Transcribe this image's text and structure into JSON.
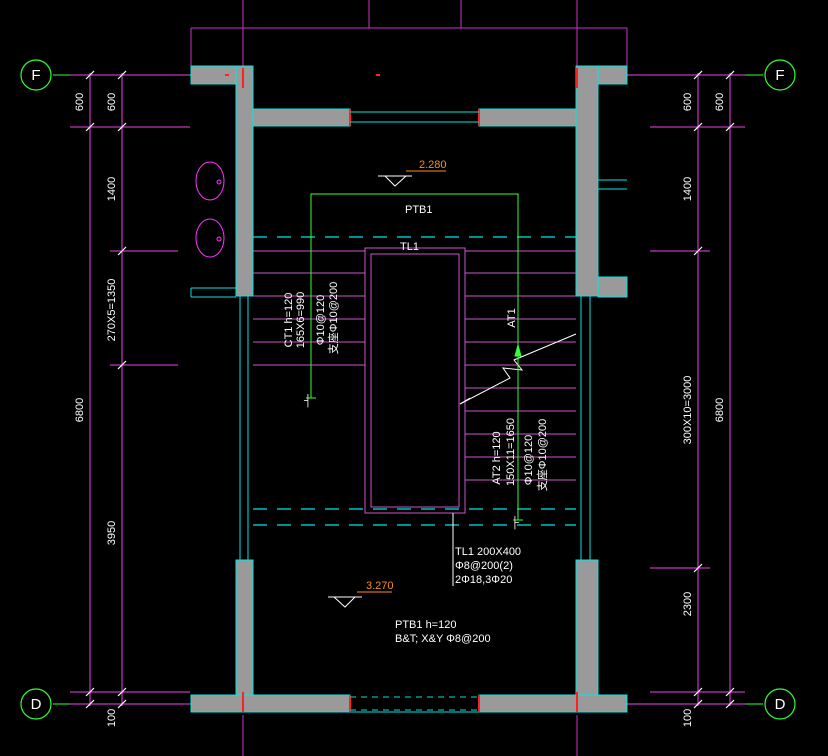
{
  "grid_axes": {
    "top": "F",
    "bottom": "D"
  },
  "left_dims": {
    "outer_top": "600",
    "outer_total": "6800",
    "outer_bottom": "100",
    "inner_top": "600",
    "inner_1400": "1400",
    "inner_steps": "270X5=1350",
    "inner_3950": "3950"
  },
  "right_dims": {
    "inner_top": "600",
    "inner_1400": "1400",
    "inner_steps": "300X10=3000",
    "inner_2300": "2300",
    "inner_bottom": "100",
    "outer_top": "600",
    "outer_total": "6800"
  },
  "elevations": {
    "upper": "2.280",
    "lower": "3.270"
  },
  "labels": {
    "ptb1": "PTB1",
    "tl1": "TL1",
    "at1": "AT1",
    "ct1_l1": "CT1 h=120",
    "ct1_l2": "165X6=990",
    "ct1_l3": "Φ10@120",
    "ct1_l4": "支座Φ10@200",
    "at2_l1": "AT2 h=120",
    "at2_l2": "150X11=1650",
    "at2_l3": "Φ10@120",
    "at2_l4": "支座Φ10@200",
    "tl1_l1": "TL1 200X400",
    "tl1_l2": "Φ8@200(2)",
    "tl1_l3": "2Φ18,3Φ20",
    "ptb1_l1": "PTB1 h=120",
    "ptb1_l2": "B&T; X&Y Φ8@200"
  },
  "colors": {
    "wall": "#9a9a9a",
    "cyan": "#00e5e5",
    "magenta": "#ff33ff",
    "red": "#ff2020",
    "green": "#33ff33",
    "white": "#ffffff",
    "orange": "#ff8c1a",
    "dim_line": "#ee44ee"
  }
}
